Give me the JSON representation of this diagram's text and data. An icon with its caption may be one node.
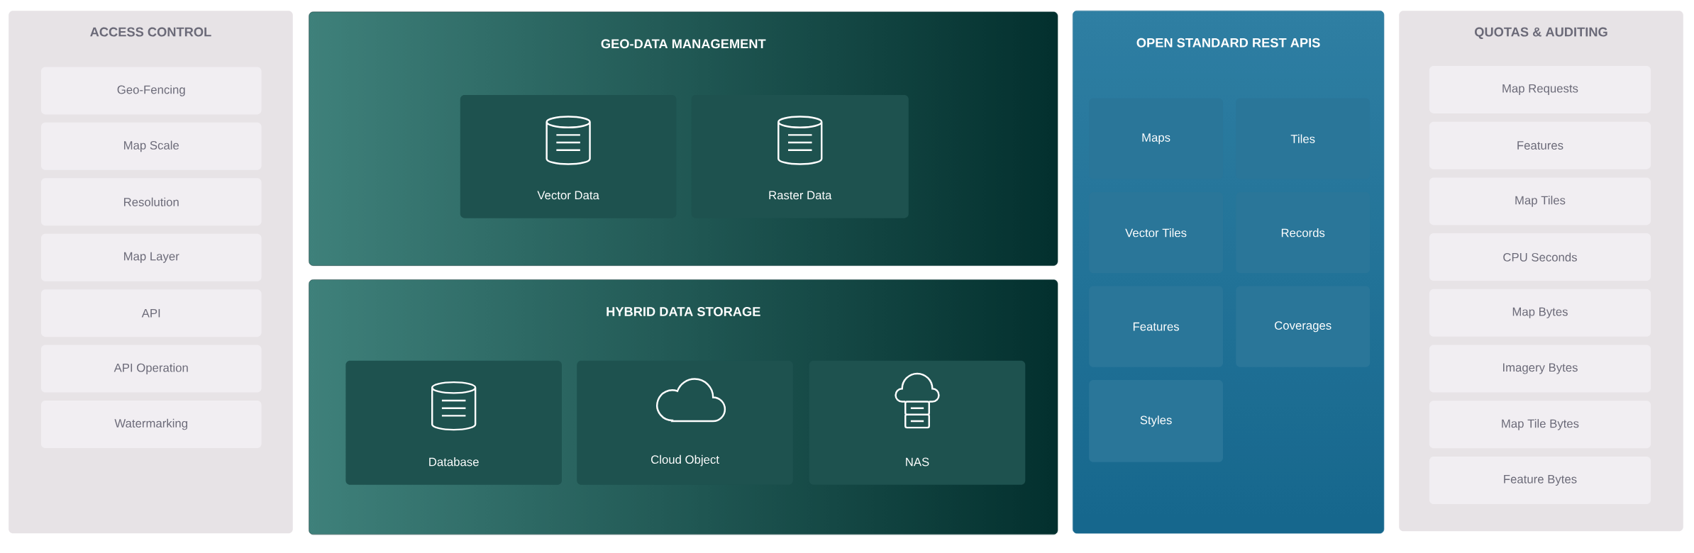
{
  "diagram": {
    "nodes": [
      {
        "text": [
          "ACCESS CONTROL"
        ]
      },
      {
        "text": [
          "Geo-Fencing"
        ],
        "in": 0
      },
      {
        "text": [
          "Map Scale"
        ],
        "in": 0
      },
      {
        "text": [
          "Resolution"
        ],
        "in": 0
      },
      {
        "text": [
          "Map Layer"
        ],
        "in": 0
      },
      {
        "text": [
          "API"
        ],
        "in": 0
      },
      {
        "text": [
          "API Operation"
        ],
        "in": 0
      },
      {
        "text": [
          "Watermarking"
        ],
        "in": 0
      },
      {
        "text": [
          "GEO-DATA MANAGEMENT"
        ]
      },
      {
        "text": [
          "Vector Data"
        ],
        "in": 8
      },
      {
        "text": [
          "Raster Data"
        ],
        "in": 8
      },
      {
        "text": [
          "HYBRID DATA STORAGE"
        ]
      },
      {
        "text": [
          "Database"
        ],
        "in": 11
      },
      {
        "text": [
          "Cloud Object"
        ],
        "in": 11
      },
      {
        "text": [
          "NAS"
        ],
        "in": 11
      },
      {
        "text": [
          "OPEN STANDARD REST APIS"
        ]
      },
      {
        "text": [
          "Maps"
        ],
        "in": 15
      },
      {
        "text": [
          "Tiles"
        ],
        "in": 15
      },
      {
        "text": [
          "Vector Tiles"
        ],
        "in": 15
      },
      {
        "text": [
          "Records"
        ],
        "in": 15
      },
      {
        "text": [
          "Features"
        ],
        "in": 15
      },
      {
        "text": [
          "Coverages"
        ],
        "in": 15
      },
      {
        "text": [
          "Styles"
        ],
        "in": 15
      },
      {
        "text": [
          "QUOTAS & AUDITING"
        ]
      },
      {
        "text": [
          "Map Requests"
        ],
        "in": 23
      },
      {
        "text": [
          "Features"
        ],
        "in": 23
      },
      {
        "text": [
          "Map Tiles"
        ],
        "in": 23
      },
      {
        "text": [
          "CPU Seconds"
        ],
        "in": 23
      },
      {
        "text": [
          "Map Bytes"
        ],
        "in": 23
      },
      {
        "text": [
          "Imagery Bytes"
        ],
        "in": 23
      },
      {
        "text": [
          "Map Tile Bytes"
        ],
        "in": 23
      },
      {
        "text": [
          "Feature Bytes"
        ],
        "in": 23
      }
    ]
  }
}
